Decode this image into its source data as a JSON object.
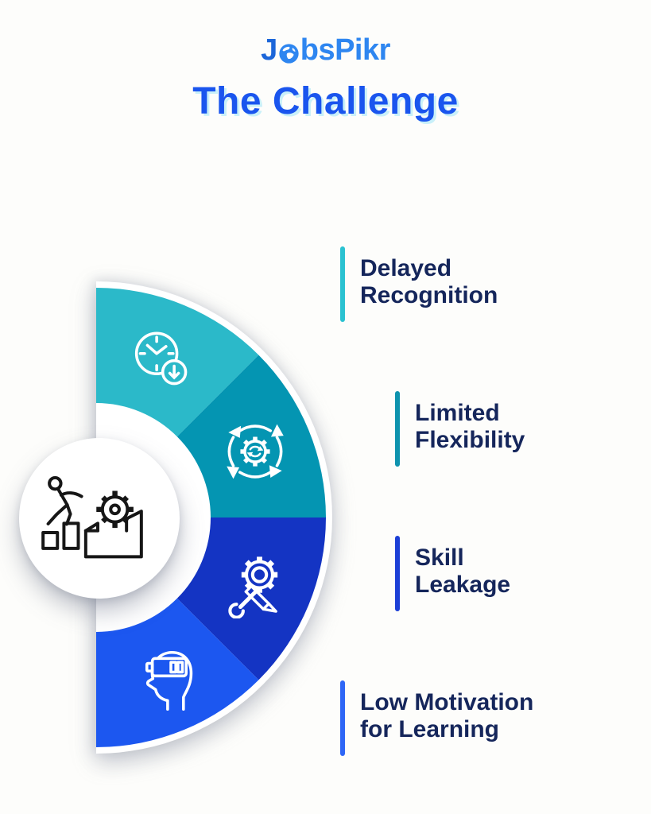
{
  "theme": {
    "page-bg": "#FDFDFB",
    "title-color": "#1A55EE",
    "title-shadow": "#C9F0F9",
    "text-navy": "#15265B",
    "logo-blue": "#2E86F0",
    "logo-j-blue": "#1C66D9"
  },
  "logo": {
    "part_j": "J",
    "part_rest": "bsPikr",
    "globe_icon": "globe-icon"
  },
  "title": {
    "text": "The Challenge"
  },
  "diagram": {
    "center_icon": "person-climbing-bars-gear-box-icon",
    "segments": [
      {
        "name": "delayed-recognition",
        "color": "#2BB9C9",
        "icon": "clock-deadline-icon"
      },
      {
        "name": "limited-flexibility",
        "color": "#0495B2",
        "icon": "agile-cycle-gear-icon"
      },
      {
        "name": "skill-leakage",
        "color": "#1434C3",
        "icon": "gear-wrench-pencil-icon"
      },
      {
        "name": "low-motivation",
        "color": "#1C57F0",
        "icon": "head-low-battery-icon"
      }
    ]
  },
  "challenges": [
    {
      "line1": "Delayed",
      "line2": "Recognition",
      "bar_color": "#2BC2D1"
    },
    {
      "line1": "Limited",
      "line2": "Flexibility",
      "bar_color": "#0E93AE"
    },
    {
      "line1": "Skill",
      "line2": "Leakage",
      "bar_color": "#1C3FD6"
    },
    {
      "line1": "Low Motivation",
      "line2": "for Learning",
      "bar_color": "#2E66F6"
    }
  ]
}
